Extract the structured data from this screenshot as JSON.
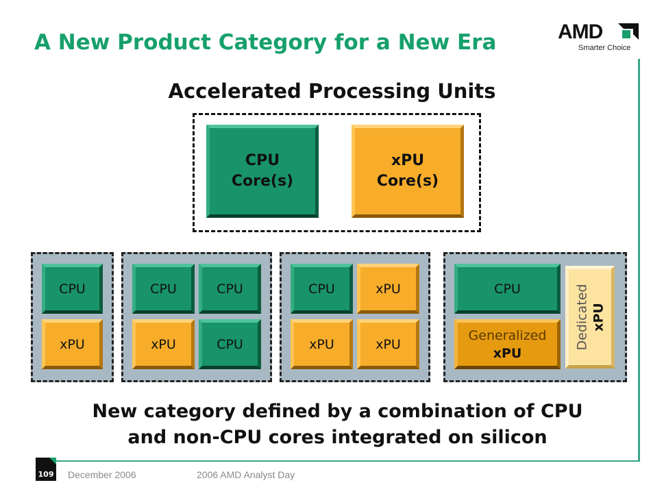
{
  "slide": {
    "title": "A New Product Category for a New Era",
    "heading": "Accelerated Processing Units",
    "caption_line1": "New category defined by a combination of CPU",
    "caption_line2": "and non-CPU cores integrated on silicon"
  },
  "logo": {
    "brand": "AMD",
    "tagline": "Smarter Choice"
  },
  "apu": {
    "cpu_line1": "CPU",
    "cpu_line2": "Core(s)",
    "xpu_line1": "xPU",
    "xpu_line2": "Core(s)"
  },
  "configs": {
    "g1": {
      "c1": "CPU",
      "c2": "xPU"
    },
    "g2": {
      "c1": "CPU",
      "c2": "CPU",
      "c3": "xPU",
      "c4": "CPU"
    },
    "g3": {
      "c1": "CPU",
      "c2": "xPU",
      "c3": "xPU",
      "c4": "xPU"
    },
    "g4": {
      "cpu": "CPU",
      "gen_line1": "Generalized",
      "gen_line2": "xPU",
      "ded_line1": "Dedicated",
      "ded_line2": "xPU"
    }
  },
  "footer": {
    "page": "109",
    "date": "December 2006",
    "event": "2006 AMD Analyst Day"
  },
  "colors": {
    "title_green": "#16a06b",
    "chip_green": "#18936a",
    "chip_amber": "#f7ad2a",
    "group_gray": "#a9b9c3"
  }
}
